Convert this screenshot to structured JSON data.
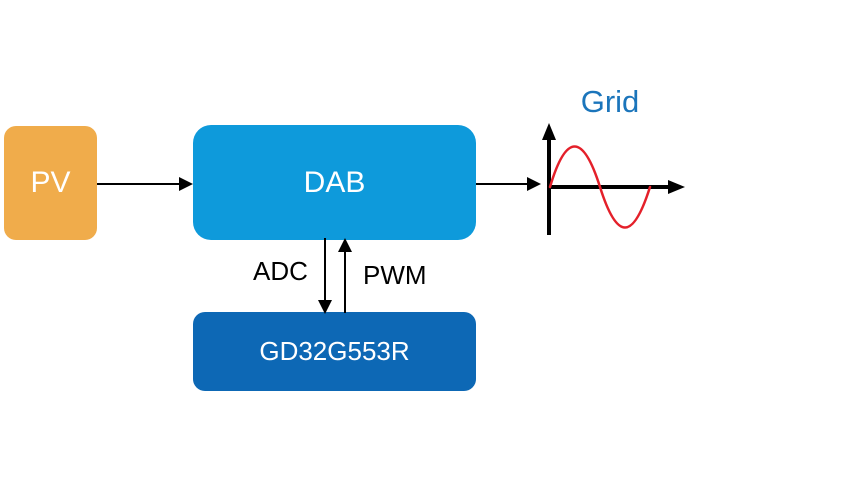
{
  "diagram": {
    "type": "block-diagram",
    "blocks": {
      "pv": {
        "label": "PV"
      },
      "dab": {
        "label": "DAB"
      },
      "mcu": {
        "label": "GD32G553R"
      }
    },
    "signals": {
      "adc": "ADC",
      "pwm": "PWM"
    },
    "grid": {
      "label": "Grid",
      "waveform": "sine"
    },
    "connections": [
      {
        "from": "PV",
        "to": "DAB",
        "label": ""
      },
      {
        "from": "DAB",
        "to": "Grid",
        "label": ""
      },
      {
        "from": "DAB",
        "to": "GD32G553R",
        "label": "ADC"
      },
      {
        "from": "GD32G553R",
        "to": "DAB",
        "label": "PWM"
      }
    ]
  },
  "colors": {
    "pv_fill": "#F0AC4B",
    "dab_fill": "#0E9ADB",
    "mcu_fill": "#0D68B5",
    "grid_label": "#1B75BB",
    "sine": "#E4202A",
    "arrow": "#000000",
    "box_text": "#FFFFFF",
    "bg": "#FFFFFF"
  }
}
